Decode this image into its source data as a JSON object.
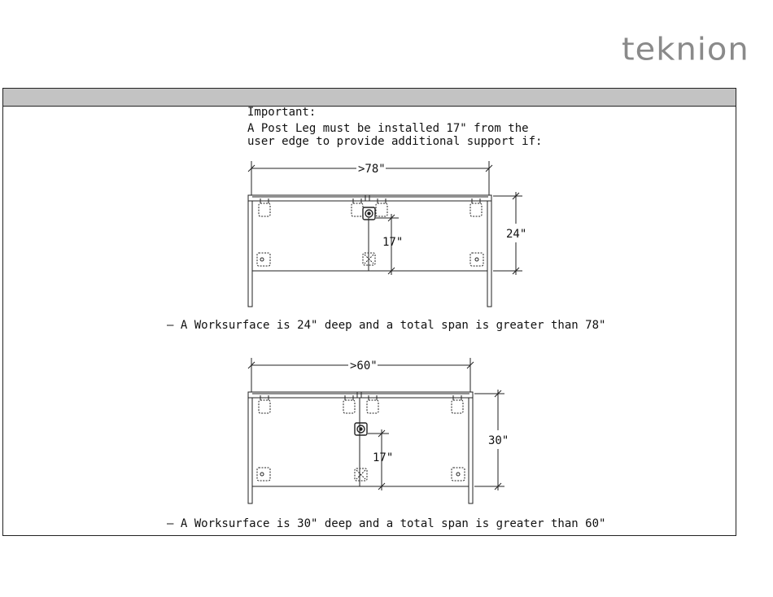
{
  "brand": {
    "logo_text": "teknion"
  },
  "note": {
    "heading": "Important:",
    "line1": "A Post Leg must be installed 17\" from the",
    "line2": "user edge to provide additional support if:"
  },
  "diagram1": {
    "span_label": ">78\"",
    "depth_label": "24\"",
    "offset_label": "17\"",
    "caption": "– A Worksurface is 24\" deep and a total span is greater than 78\""
  },
  "diagram2": {
    "span_label": ">60\"",
    "depth_label": "30\"",
    "offset_label": "17\"",
    "caption": "– A Worksurface is 30\" deep and a total span is greater than 60\""
  }
}
